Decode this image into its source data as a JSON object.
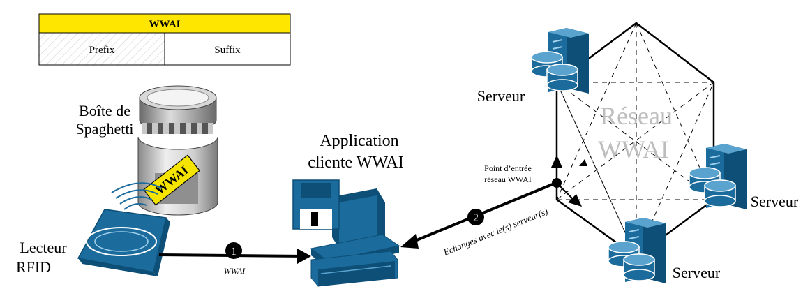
{
  "table": {
    "header": "WWAI",
    "col_prefix": "Prefix",
    "col_suffix": "Suffix",
    "header_color": "#ffe600"
  },
  "labels": {
    "box_line1": "Boîte de",
    "box_line2": "Spaghetti",
    "tag_text": "WWAI",
    "reader_line1": "Lecteur",
    "reader_line2": "RFID",
    "app_line1": "Application",
    "app_line2": "cliente WWAI",
    "entry_line1": "Point d’entrée",
    "entry_line2": "réseau WWAI",
    "network_line1": "Réseau",
    "network_line2": "WWAI",
    "server_a": "Serveur",
    "server_b": "Serveur",
    "server_c": "Serveur"
  },
  "arrows": {
    "step1_badge": "1",
    "step1_label": "WWAI",
    "step2_badge": "2",
    "step2_label": "Echanges avec le(s) serveur(s)"
  },
  "colors": {
    "device_blue": "#1b6b9c",
    "device_dark": "#0d4f76",
    "tag_yellow": "#f5e400",
    "network_text": "#bdbdbd"
  }
}
